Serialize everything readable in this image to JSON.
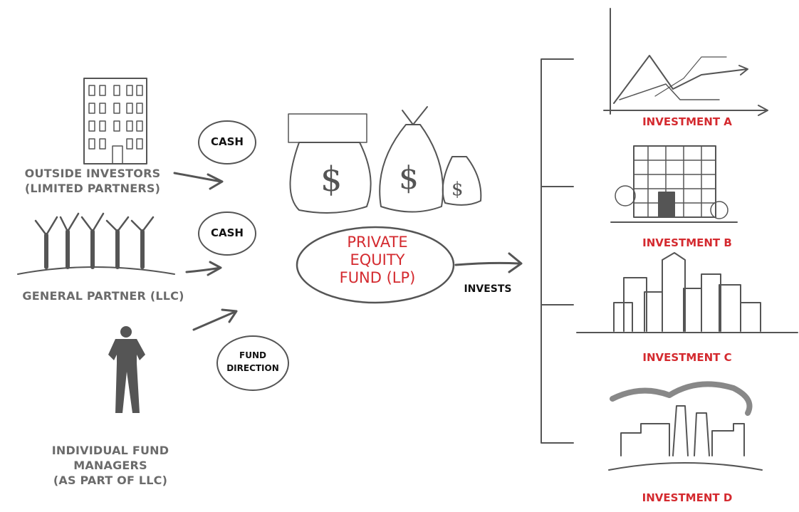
{
  "sources": {
    "outside_investors": "OUTSIDE INVESTORS\n(LIMITED PARTNERS)",
    "general_partner": "GENERAL PARTNER (LLC)",
    "fund_managers": "INDIVIDUAL FUND\nMANAGERS\n(AS PART OF LLC)"
  },
  "flows": {
    "cash_1": "CASH",
    "cash_2": "CASH",
    "fund_direction": "FUND\nDIRECTION",
    "invests": "INVESTS"
  },
  "fund": {
    "label": "PRIVATE\nEQUITY\nFUND (LP)"
  },
  "investments": [
    {
      "label": "INVESTMENT A",
      "icon": "line-chart-icon"
    },
    {
      "label": "INVESTMENT B",
      "icon": "office-building-icon"
    },
    {
      "label": "INVESTMENT C",
      "icon": "city-skyline-icon"
    },
    {
      "label": "INVESTMENT D",
      "icon": "factory-icon"
    }
  ],
  "colors": {
    "accent": "#d42a2f",
    "label_gray": "#6b6b6b",
    "stroke": "#555555"
  }
}
